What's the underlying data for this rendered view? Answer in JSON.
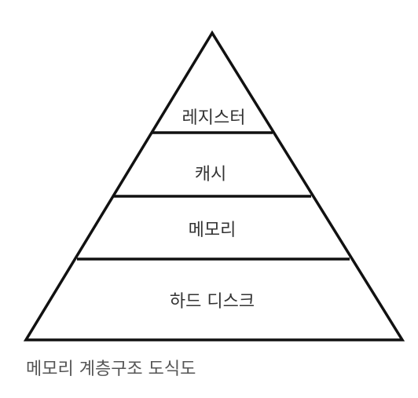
{
  "diagram": {
    "levels": [
      {
        "label": "레지스터"
      },
      {
        "label": "캐시"
      },
      {
        "label": "메모리"
      },
      {
        "label": "하드 디스크"
      }
    ],
    "line_color": "#111111",
    "text_color": "#333333"
  },
  "caption": "메모리 계층구조 도식도"
}
